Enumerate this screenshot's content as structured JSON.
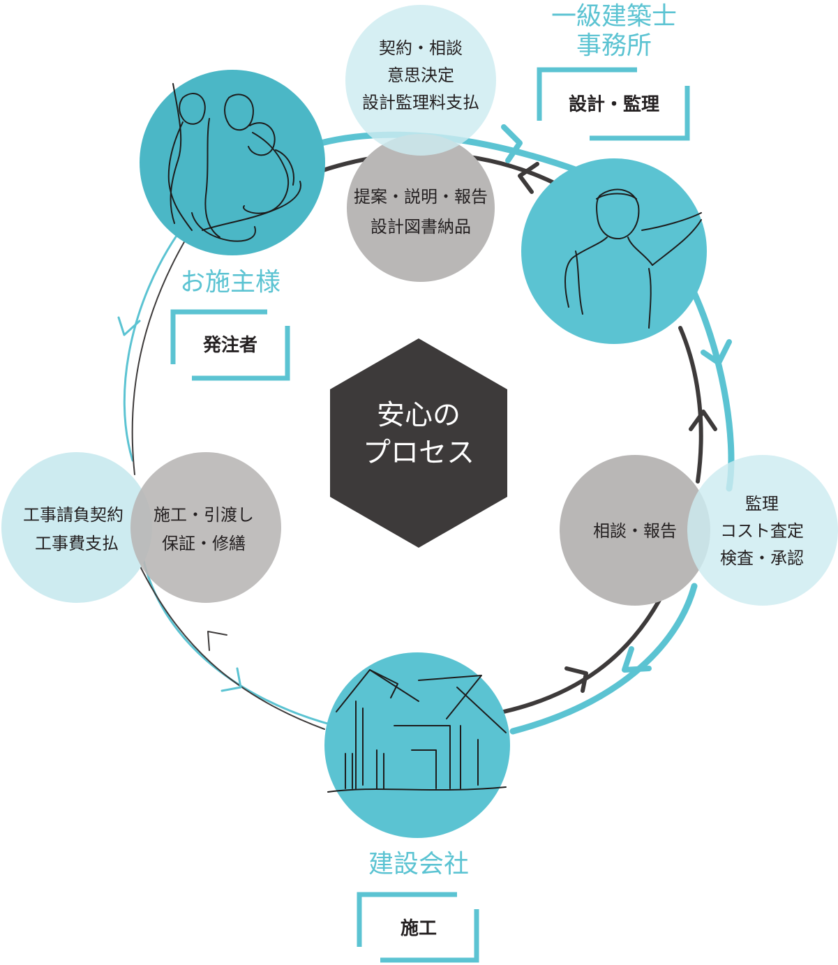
{
  "center": {
    "line1": "安心の",
    "line2": "プロセス"
  },
  "parties": {
    "owner": {
      "title": "お施主様",
      "role": "発注者"
    },
    "architect": {
      "title_line1": "一級建築士",
      "title_line2": "事務所",
      "role": "設計・監理"
    },
    "builder": {
      "title": "建設会社",
      "role": "施工"
    }
  },
  "actions": {
    "top_light": [
      "契約・相談",
      "意思決定",
      "設計監理料支払"
    ],
    "top_gray": [
      "提案・説明・報告",
      "設計図書納品"
    ],
    "right_gray": [
      "相談・報告"
    ],
    "right_light": [
      "監理",
      "コスト査定",
      "検査・承認"
    ],
    "left_light": [
      "工事請負契約",
      "工事費支払"
    ],
    "left_gray": [
      "施工・引渡し",
      "保証・修繕"
    ]
  },
  "colors": {
    "teal": "#5bc3d2",
    "teal_dark": "#4bb7c6",
    "light": "#cdebf0",
    "gray": "#b9b7b6",
    "dark": "#3d3a3a",
    "text": "#231f20"
  }
}
